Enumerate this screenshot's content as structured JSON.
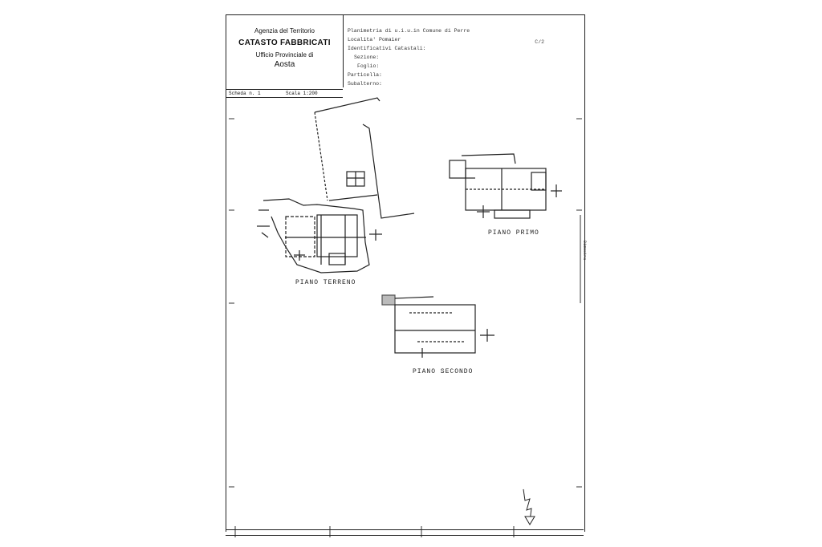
{
  "header": {
    "agency_line1": "Agenzia del Territorio",
    "agency_line2": "CATASTO FABBRICATI",
    "agency_line3": "Ufficio Provinciale di",
    "agency_line4": "Aosta"
  },
  "sheet": {
    "scheda": "Scheda n. 1",
    "scala": "Scala 1:200"
  },
  "info": {
    "line1": "Planimetria di u.i.u.in Comune di Perre",
    "line2": "Localita' Pomaier",
    "line3": "Identificativi Catastali:",
    "line4": "Sezione:",
    "line5": "Foglio:",
    "line6": "Particella:",
    "line7": "Subalterno:",
    "code": "C/2"
  },
  "floors": {
    "terreno": "PIANO TERRENO",
    "primo": "PIANO PRIMO",
    "secondo": "PIANO SECONDO"
  },
  "side": {
    "label": "Dimostra"
  }
}
